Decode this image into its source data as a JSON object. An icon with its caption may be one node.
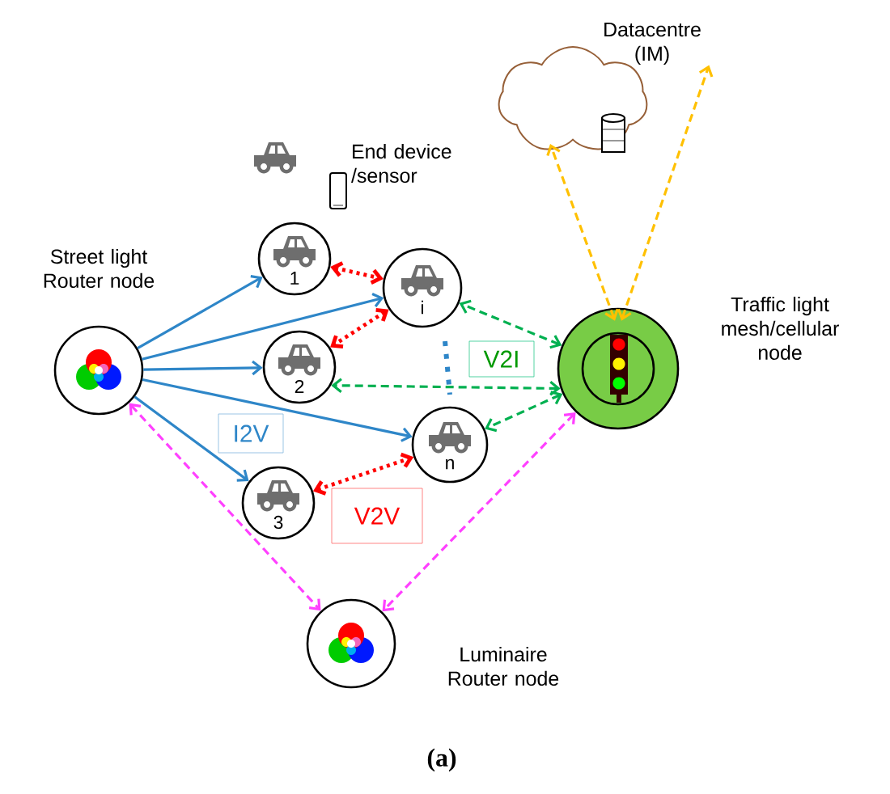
{
  "diagram": {
    "caption": "**(a)**",
    "nodes": [
      {
        "text": [
          "Street light Router node"
        ]
      },
      {
        "text": [
          "1"
        ]
      },
      {
        "text": [
          "i"
        ]
      },
      {
        "text": [
          "2"
        ]
      },
      {
        "text": [
          "n"
        ]
      },
      {
        "text": [
          "3"
        ]
      },
      {
        "text": [
          "Traffic light mesh/cellular node"
        ]
      },
      {
        "text": [
          "Datacentre (IM)"
        ]
      },
      {
        "text": [
          "Luminaire Router node"
        ]
      },
      {
        "text": [
          "I2V"
        ]
      },
      {
        "text": [
          "V2I"
        ]
      },
      {
        "text": [
          "V2V"
        ]
      }
    ],
    "edges": [
      {
        "from": 0,
        "to": 1,
        "arrow": "to"
      },
      {
        "from": 0,
        "to": 2,
        "arrow": "to"
      },
      {
        "from": 0,
        "to": 3,
        "arrow": "to"
      },
      {
        "from": 0,
        "to": 4,
        "arrow": "to"
      },
      {
        "from": 0,
        "to": 5,
        "arrow": "to"
      },
      {
        "from": 1,
        "to": 2,
        "arrow": "both",
        "style": "dashed",
        "color": "#ff0000"
      },
      {
        "from": 2,
        "to": 3,
        "arrow": "both",
        "style": "dashed",
        "color": "#ff0000"
      },
      {
        "from": 5,
        "to": 4,
        "arrow": "both",
        "style": "dashed",
        "color": "#ff0000"
      },
      {
        "from": 6,
        "to": 2,
        "arrow": "both",
        "style": "dashed",
        "color": "#00b050"
      },
      {
        "from": 6,
        "to": 3,
        "arrow": "both",
        "style": "dashed",
        "color": "#00b050"
      },
      {
        "from": 6,
        "to": 4,
        "arrow": "both",
        "style": "dashed",
        "color": "#00b050"
      },
      {
        "from": 6,
        "to": 7,
        "arrow": "both",
        "style": "dashed",
        "color": "#ffc000"
      },
      {
        "from": 6,
        "to": 7,
        "arrow": "both",
        "style": "dashed",
        "color": "#ffc000"
      },
      {
        "from": 0,
        "to": 8,
        "arrow": "both",
        "style": "dashed",
        "color": "#ff40ff"
      },
      {
        "from": 6,
        "to": 8,
        "arrow": "both",
        "style": "dashed",
        "color": "#ff40ff"
      }
    ],
    "labels": [
      "End device /sensor"
    ]
  }
}
